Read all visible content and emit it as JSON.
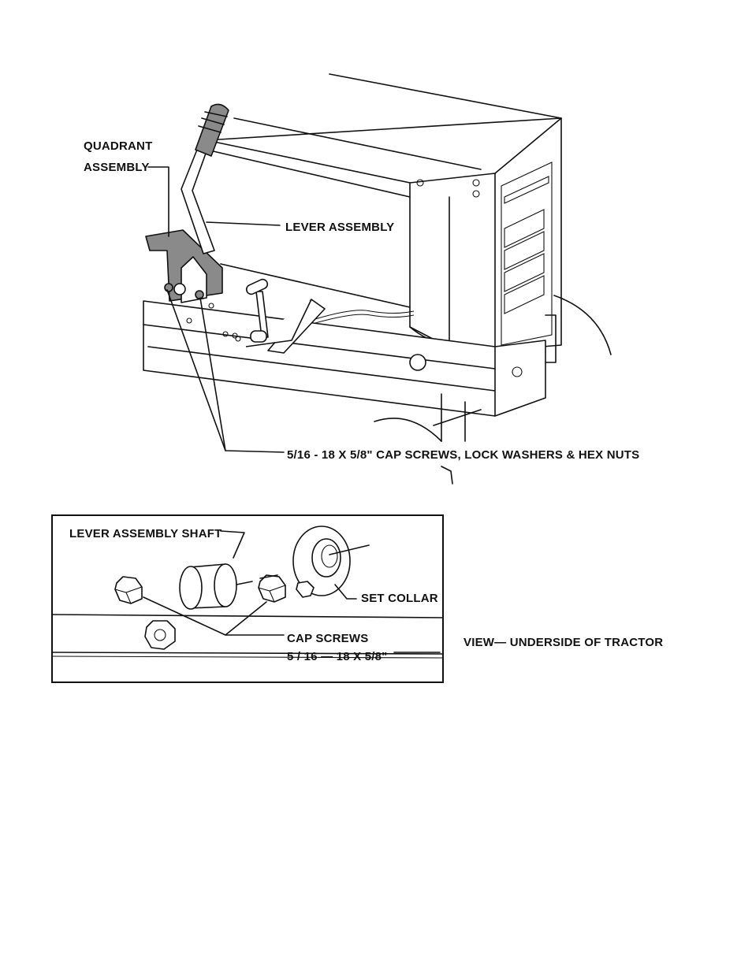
{
  "labels": {
    "quadrant_line1": "QUADRANT",
    "quadrant_line2": "ASSEMBLY",
    "lever_assembly": "LEVER  ASSEMBLY",
    "cap_screws_main": "5/16 - 18 X 5/8\"  CAP SCREWS, LOCK WASHERS & HEX NUTS",
    "lever_shaft": "LEVER  ASSEMBLY  SHAFT",
    "set_collar": "SET  COLLAR",
    "cap_screws": "CAP  SCREWS",
    "cap_screws_size": "5 / 16 — 18 X 5/8\"",
    "view_caption": "VIEW—  UNDERSIDE  OF  TRACTOR"
  }
}
